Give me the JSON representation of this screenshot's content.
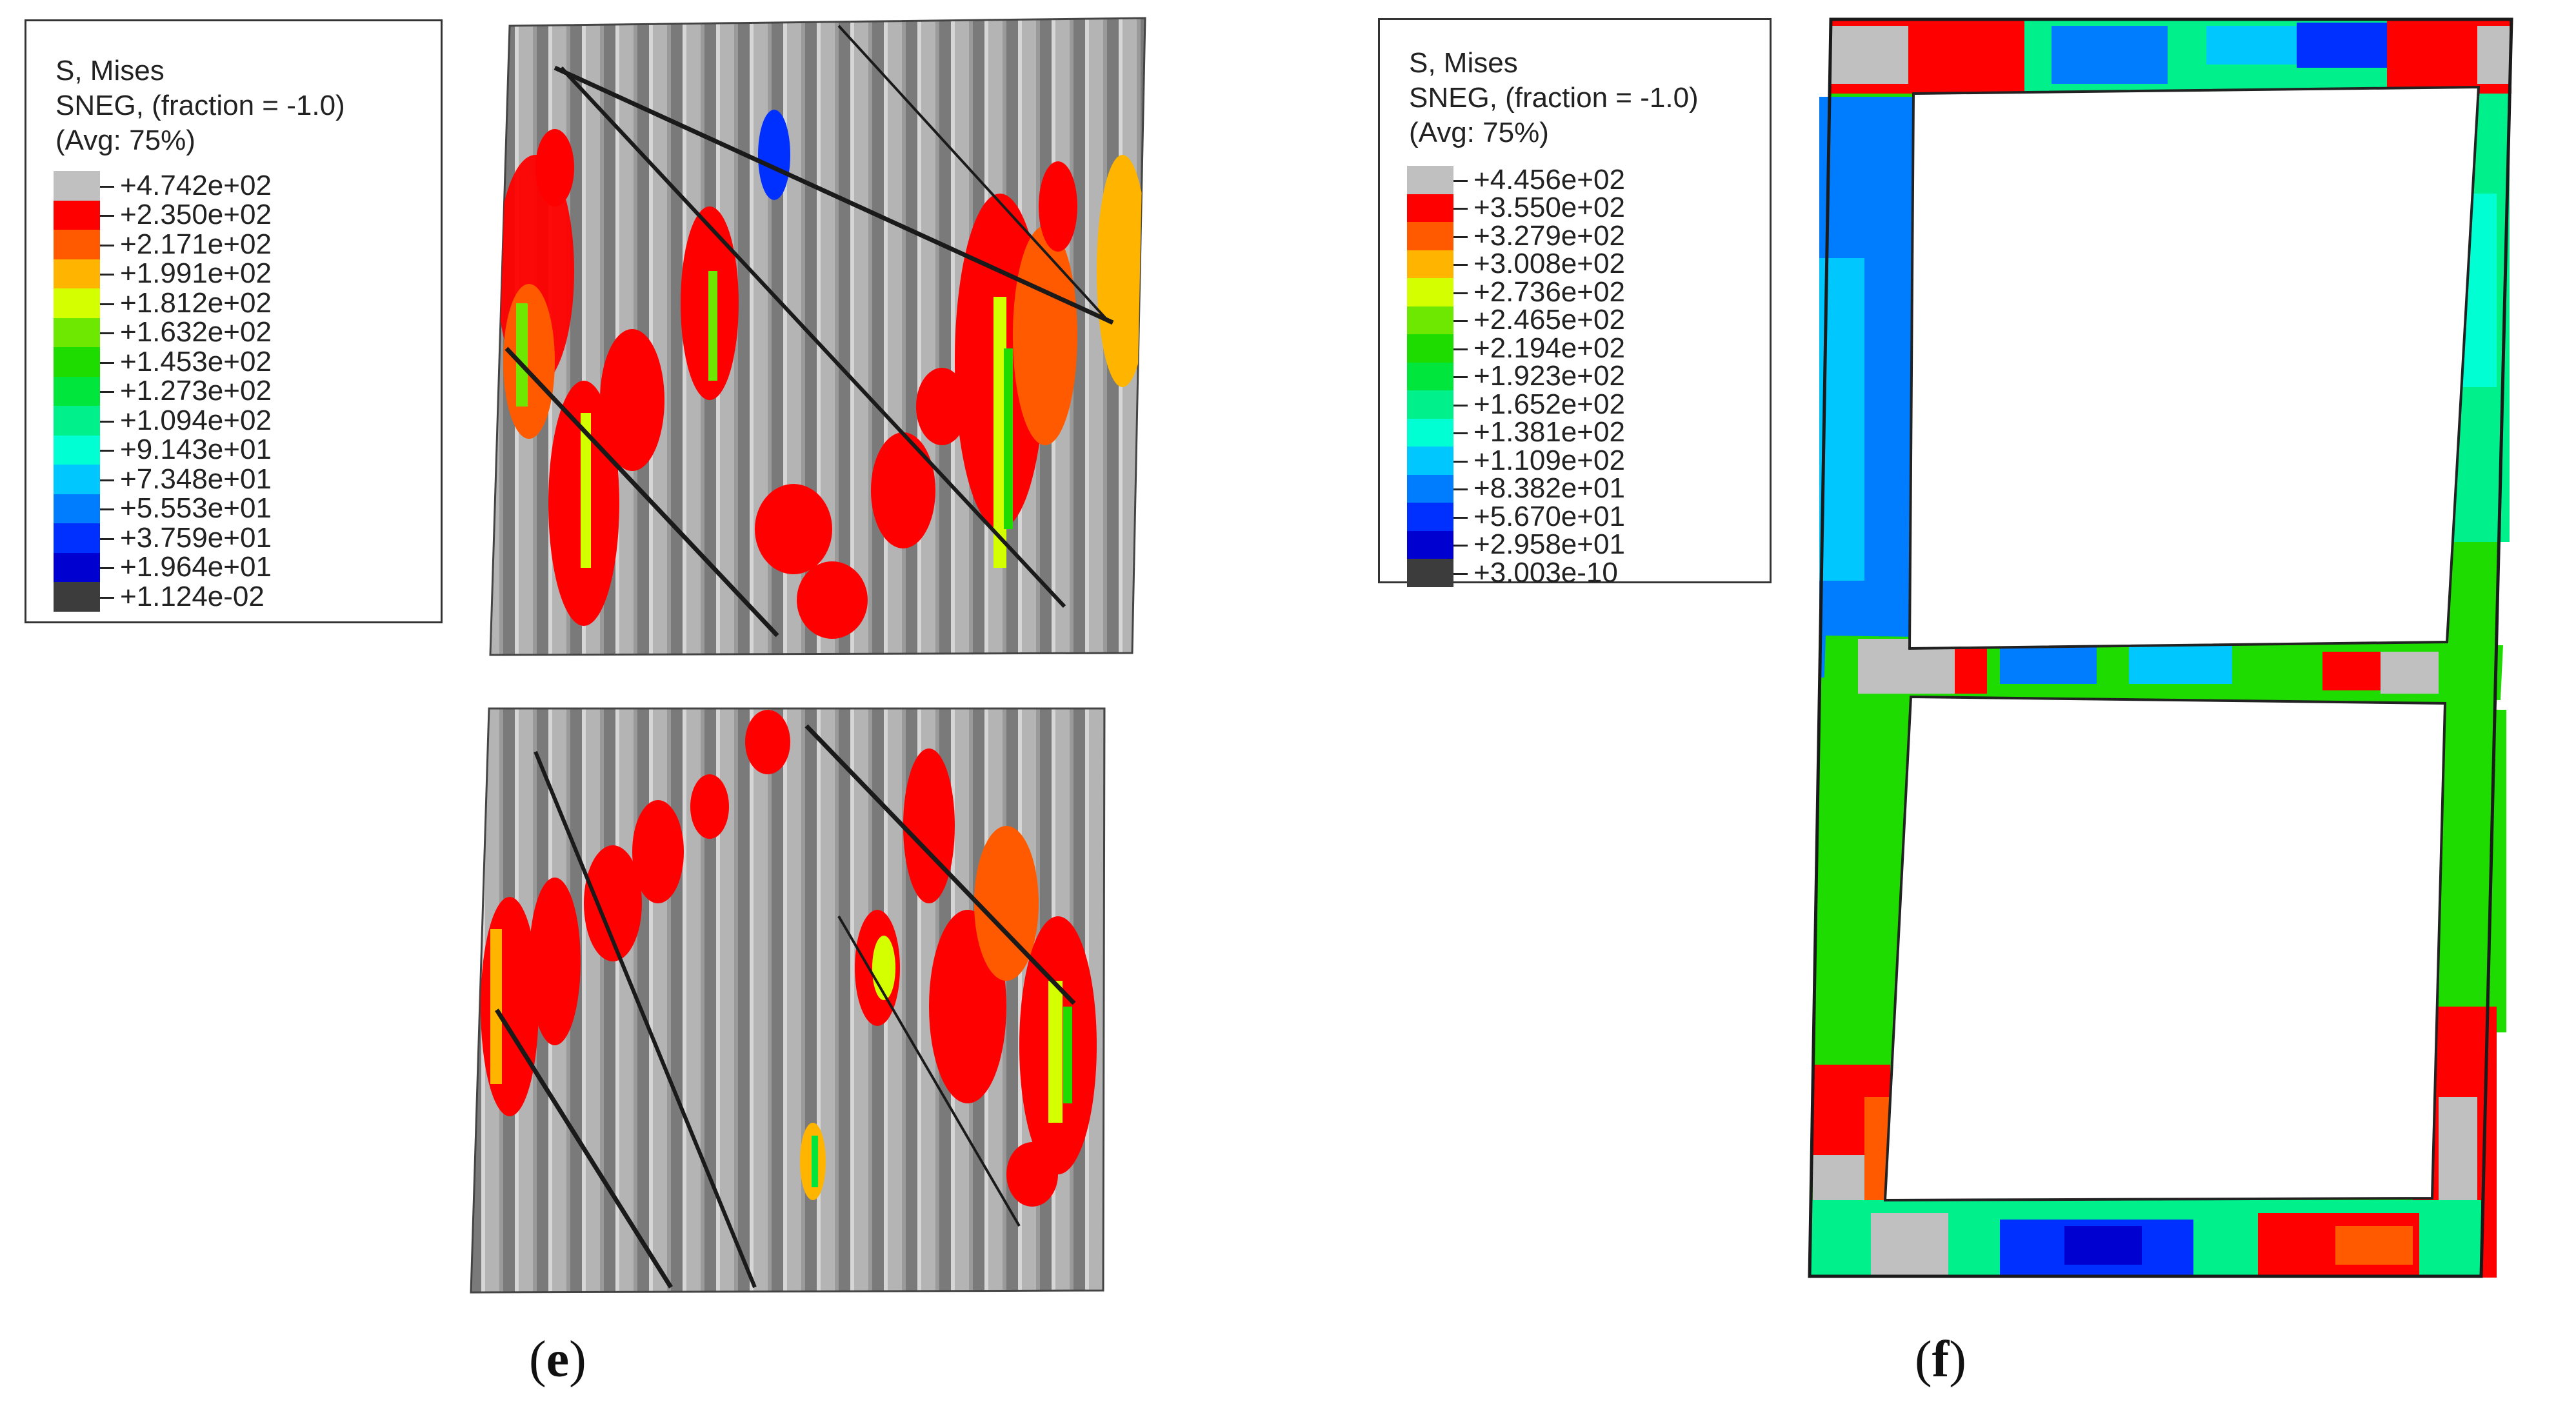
{
  "legend_e": {
    "title": "S, Mises",
    "subtitle": "SNEG, (fraction = -1.0)",
    "avg": "(Avg: 75%)",
    "values": [
      "+4.742e+02",
      "+2.350e+02",
      "+2.171e+02",
      "+1.991e+02",
      "+1.812e+02",
      "+1.632e+02",
      "+1.453e+02",
      "+1.273e+02",
      "+1.094e+02",
      "+9.143e+01",
      "+7.348e+01",
      "+5.553e+01",
      "+3.759e+01",
      "+1.964e+01",
      "+1.124e-02"
    ]
  },
  "legend_f": {
    "title": "S, Mises",
    "subtitle": "SNEG, (fraction = -1.0)",
    "avg": "(Avg: 75%)",
    "values": [
      "+4.456e+02",
      "+3.550e+02",
      "+3.279e+02",
      "+3.008e+02",
      "+2.736e+02",
      "+2.465e+02",
      "+2.194e+02",
      "+1.923e+02",
      "+1.652e+02",
      "+1.381e+02",
      "+1.109e+02",
      "+8.382e+01",
      "+5.670e+01",
      "+2.958e+01",
      "+3.003e-10"
    ]
  },
  "colors": {
    "contour": [
      "#c0c0c0",
      "#ff0000",
      "#ff5a00",
      "#ffb400",
      "#d4ff00",
      "#6ee800",
      "#1edc00",
      "#00e63c",
      "#00f08c",
      "#00ffd2",
      "#00c8ff",
      "#007cff",
      "#0030ff",
      "#0000d0",
      "#3c3c3c"
    ],
    "panel_gray": "#a8a8a8",
    "panel_dark": "#6e6e6e"
  },
  "captions": {
    "e": "e",
    "f": "f",
    "open": "(",
    "close": ")"
  }
}
